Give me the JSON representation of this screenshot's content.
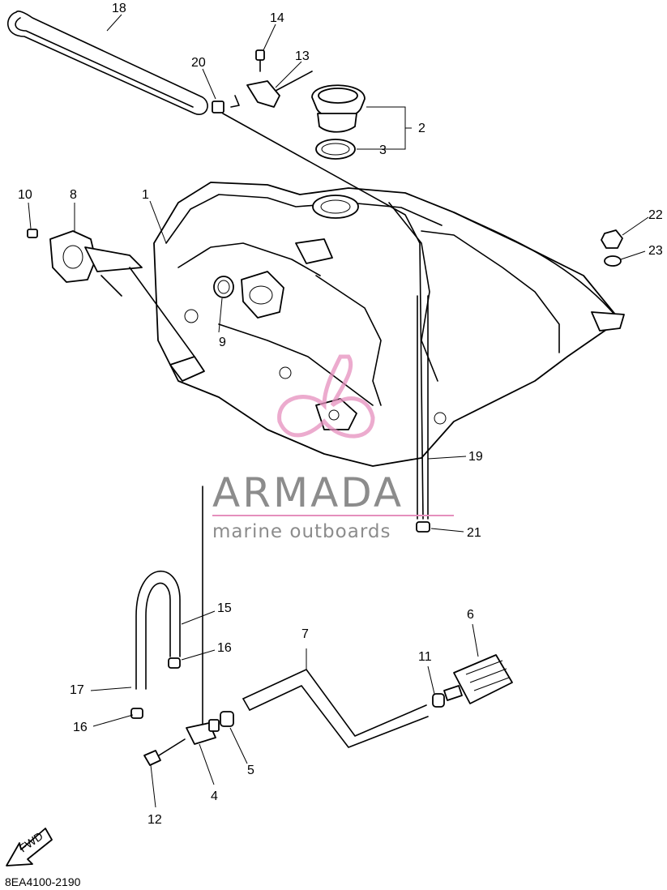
{
  "diagram": {
    "drawing_code": "8EA4100-2190",
    "direction_label": "FWD",
    "callouts": [
      "18",
      "14",
      "13",
      "20",
      "2",
      "3",
      "10",
      "8",
      "1",
      "22",
      "23",
      "9",
      "19",
      "21",
      "15",
      "16",
      "7",
      "6",
      "11",
      "17",
      "16",
      "5",
      "4",
      "12"
    ]
  },
  "watermark": {
    "brand": "ARMADA",
    "tagline": "marine outboards",
    "colors": {
      "text": "#8c8c8c",
      "accent": "#e58fbd"
    }
  }
}
